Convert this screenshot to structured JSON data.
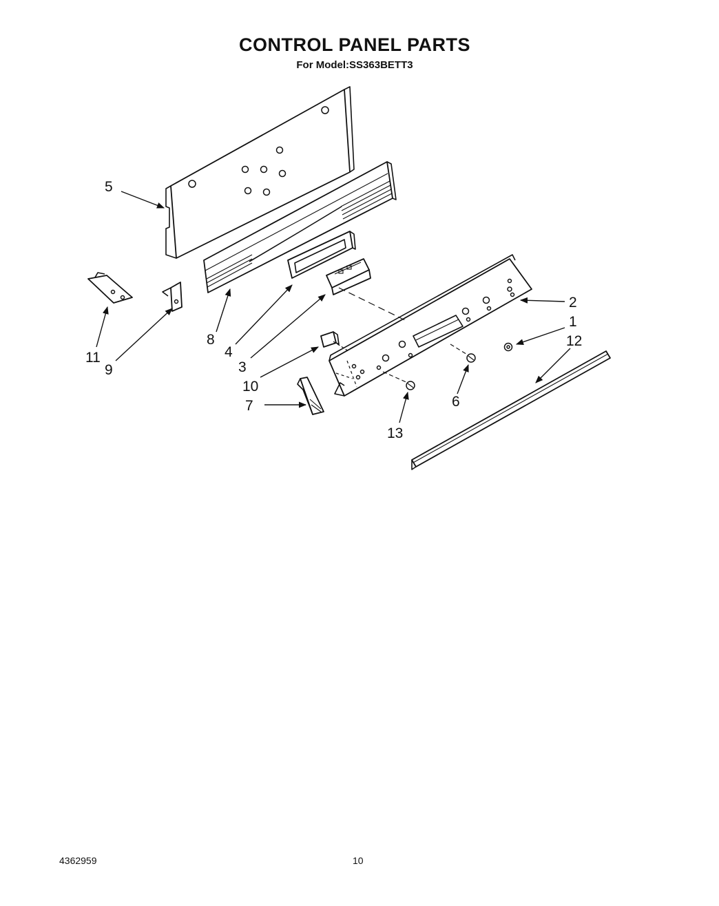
{
  "header": {
    "title": "CONTROL PANEL PARTS",
    "model_line": "For Model:SS363BETT3"
  },
  "callouts": [
    {
      "label": "1"
    },
    {
      "label": "2"
    },
    {
      "label": "3"
    },
    {
      "label": "4"
    },
    {
      "label": "5"
    },
    {
      "label": "6"
    },
    {
      "label": "7"
    },
    {
      "label": "8"
    },
    {
      "label": "9"
    },
    {
      "label": "10"
    },
    {
      "label": "11"
    },
    {
      "label": "12"
    },
    {
      "label": "13"
    }
  ],
  "footer": {
    "doc_number": "4362959",
    "page_number": "10"
  }
}
